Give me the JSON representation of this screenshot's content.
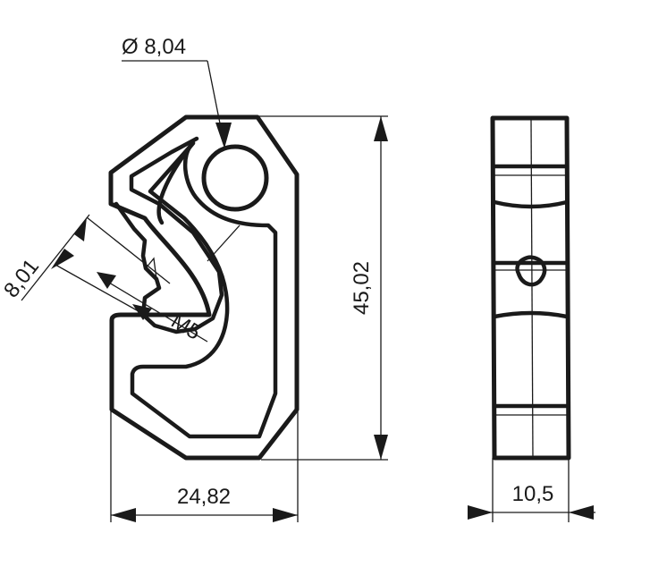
{
  "dimensions": {
    "hole_diameter": "Ø 8,04",
    "height": "45,02",
    "width": "24,82",
    "thickness": "10,5",
    "slot_width": "8,01",
    "thread": "M5"
  },
  "colors": {
    "line": "#1a1a1a",
    "background": "#ffffff"
  }
}
